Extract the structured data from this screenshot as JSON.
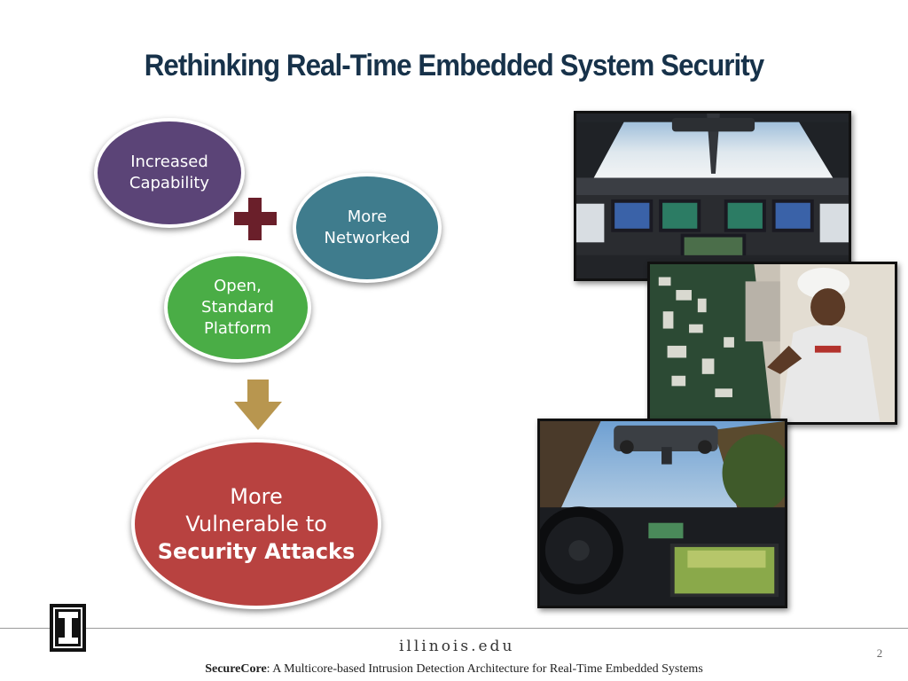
{
  "slide": {
    "title": "Rethinking Real-Time Embedded System Security",
    "page_number": "2"
  },
  "bubbles": {
    "capability": {
      "line1": "Increased",
      "line2": "Capability",
      "color": "#5b4477"
    },
    "networked": {
      "line1": "More",
      "line2": "Networked",
      "color": "#3f7c8d"
    },
    "open": {
      "line1": "Open,",
      "line2": "Standard",
      "line3": "Platform",
      "color": "#4aad46"
    },
    "vulnerable": {
      "line1": "More",
      "line2": "Vulnerable to",
      "line3": "Security Attacks",
      "color": "#b84240"
    }
  },
  "icons": {
    "plus": "plus-icon",
    "arrow": "arrow-down-icon",
    "logo": "illinois-block-i-logo"
  },
  "footer": {
    "site": "illinois.edu",
    "caption_bold": "SecureCore",
    "caption_rest": ": A Multicore-based Intrusion Detection Architecture for Real-Time Embedded Systems"
  }
}
